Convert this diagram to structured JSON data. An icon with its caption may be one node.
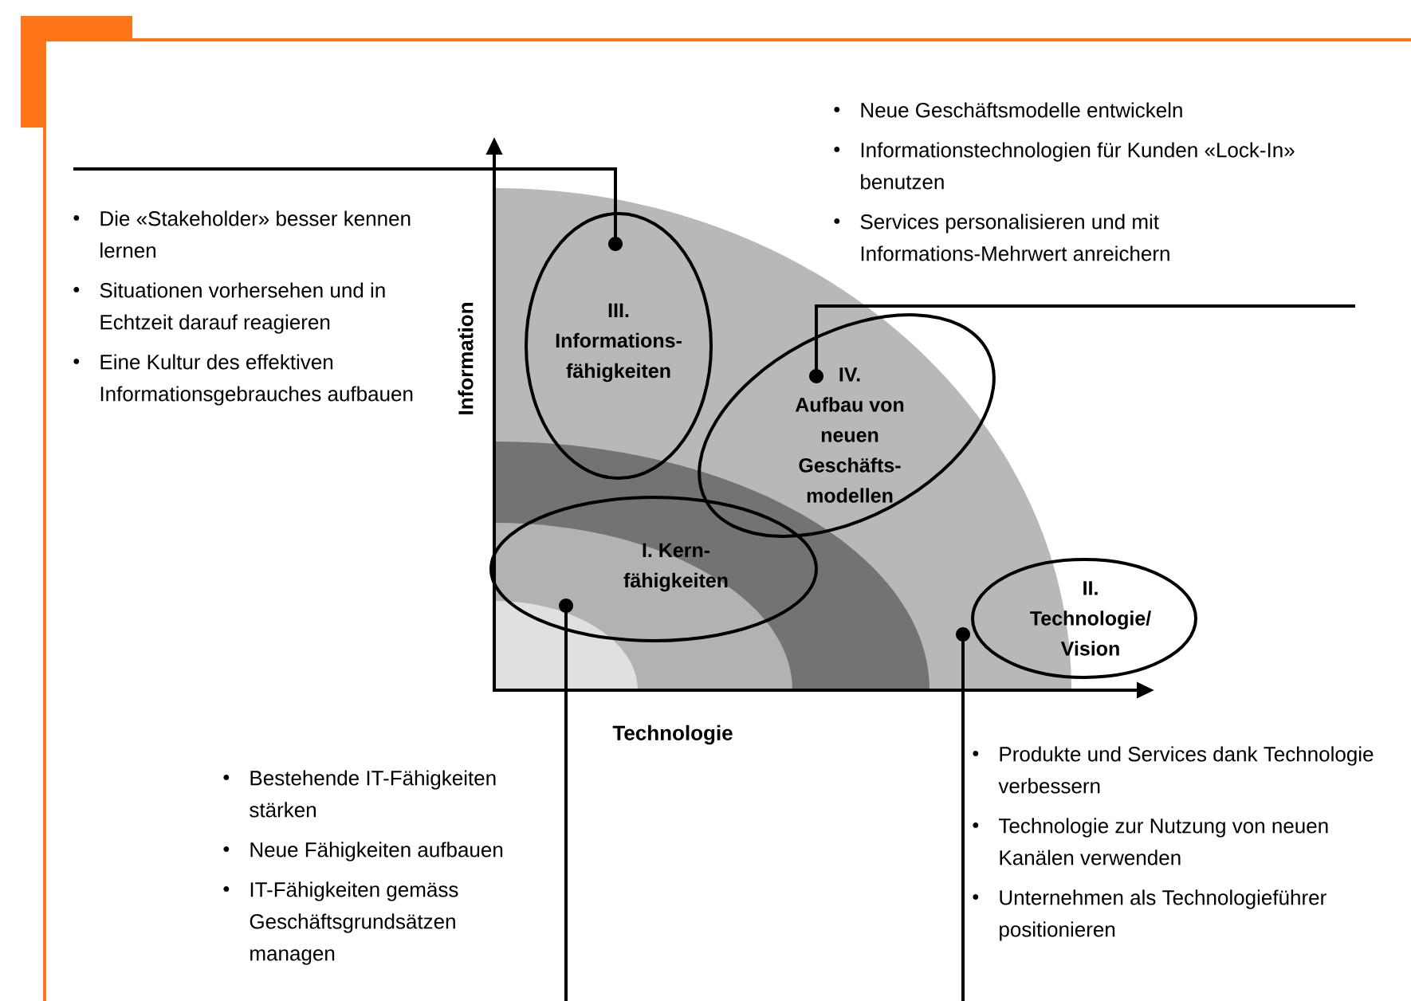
{
  "diagram": {
    "nodes": [
      {
        "text": [
          "Neue Geschäftsmodelle entwickeln",
          "Informationstechnologien für Kunden «Lock-In» benutzen",
          "Services personalisieren und mit Informations-Mehrwert anreichern"
        ]
      },
      {
        "text": [
          "Die «Stakeholder» besser kennen lernen",
          "Situationen vorhersehen und in Echtzeit darauf reagieren",
          "Eine Kultur des effektiven Informationsgebrauches aufbauen"
        ]
      },
      {
        "text": [
          "III.",
          "Informations- fähigkeiten"
        ]
      },
      {
        "text": [
          "IV.",
          "Aufbau von neuen Geschäfts- modellen"
        ]
      },
      {
        "text": [
          "I. Kern- fähigkeiten"
        ]
      },
      {
        "text": [
          "II.",
          "Technologie/ Vision"
        ]
      },
      {
        "text": [
          "Produkte und Services dank Technologie verbessern",
          "Technologie zur Nutzung von neuen Kanälen verwenden",
          "Unternehmen als Technologieführer positionieren"
        ]
      },
      {
        "text": [
          "Bestehende IT-Fähigkeiten stärken",
          "Neue Fähigkeiten aufbauen",
          "IT-Fähigkeiten gemäss Geschäftsgrundsätzen managen"
        ]
      }
    ],
    "edges": [
      {
        "from": 0,
        "to": 3,
        "arrow": "other"
      },
      {
        "from": 1,
        "to": 2,
        "arrow": "other"
      },
      {
        "from": 6,
        "to": 5,
        "arrow": "other"
      },
      {
        "from": 7,
        "to": 4,
        "arrow": "other"
      }
    ],
    "labels": [
      "Information",
      "Technologie"
    ]
  }
}
